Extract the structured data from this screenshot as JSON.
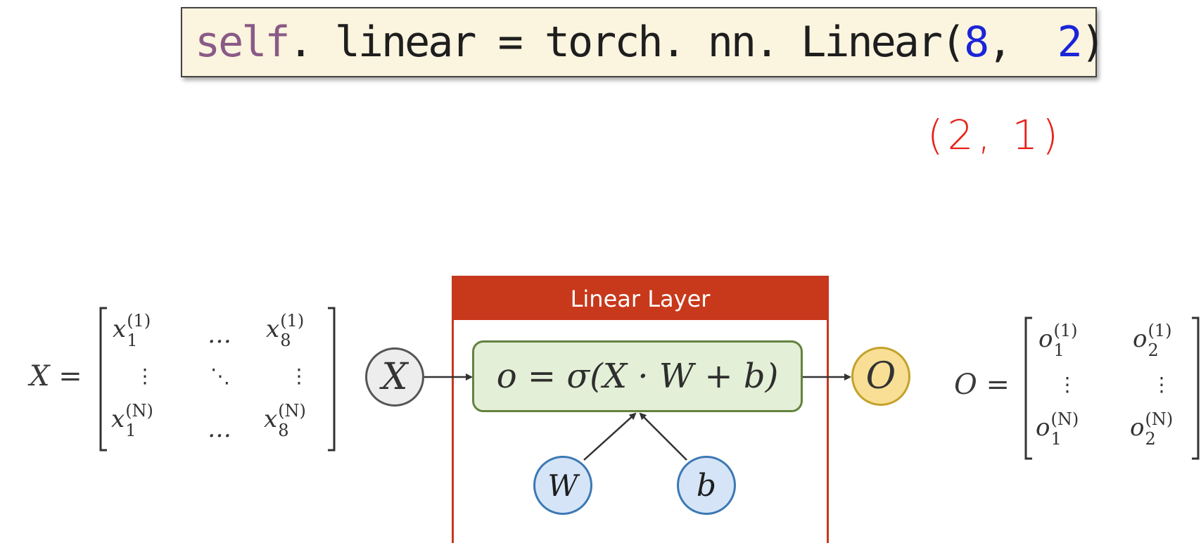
{
  "code": {
    "self": "self",
    "mid": ". linear = torch. nn. Linear(",
    "arg1": "8",
    "sep": ",  ",
    "arg2": "2",
    "close": ")"
  },
  "annotation": "(2, 1)",
  "layer": {
    "title": "Linear Layer",
    "formula": "o = σ(X · W + b)"
  },
  "nodes": {
    "input": "X",
    "output": "O",
    "weight": "W",
    "bias": "b"
  },
  "input_matrix": {
    "label": "X =",
    "var": "x",
    "col1": "1",
    "col2": "8",
    "row_first": "(1)",
    "row_last": "(N)",
    "hdots": "…",
    "vdots": "⋮",
    "ddots": "⋱"
  },
  "output_matrix": {
    "label": "O =",
    "var": "o",
    "col1": "1",
    "col2": "2",
    "row_first": "(1)",
    "row_last": "(N)",
    "vdots": "⋮"
  },
  "colors": {
    "layer_header": "#c8381b",
    "formula_fill": "#e3efd6",
    "output_node": "#f8df95",
    "param_node": "#d5e5f7",
    "annotation": "#e8231c"
  }
}
